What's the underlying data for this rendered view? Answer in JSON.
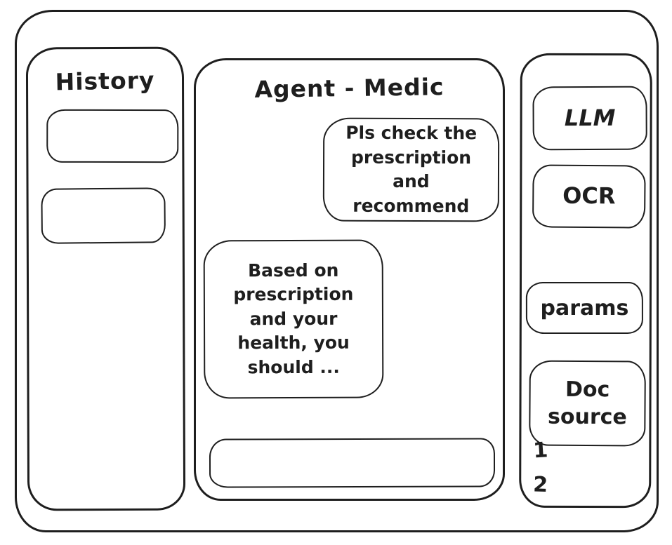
{
  "history_panel": {
    "title": "History",
    "items": [
      {
        "label": ""
      },
      {
        "label": ""
      }
    ]
  },
  "chat_panel": {
    "title": "Agent - Medic",
    "messages": [
      {
        "role": "user",
        "text": "Pls check the prescription and recommend"
      },
      {
        "role": "assistant",
        "text": "Based on prescription and your health, you should ..."
      }
    ],
    "input": {
      "value": "",
      "placeholder": ""
    }
  },
  "tools_panel": {
    "buttons": [
      {
        "label": "LLM"
      },
      {
        "label": "OCR"
      },
      {
        "label": "params"
      },
      {
        "label": "Doc source"
      }
    ],
    "doc_list": [
      "1",
      "2"
    ]
  },
  "colors": {
    "stroke": "#1e1e1e",
    "background": "#ffffff"
  }
}
